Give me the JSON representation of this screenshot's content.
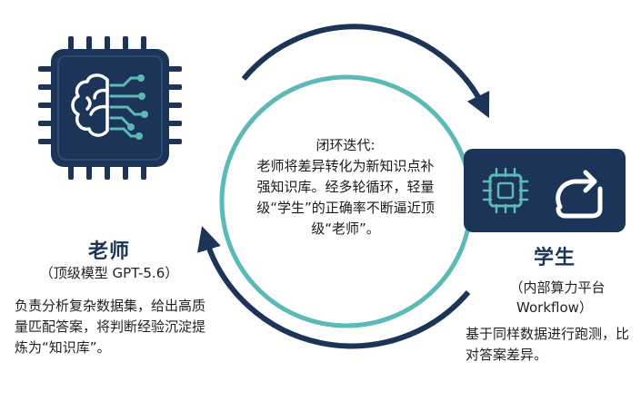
{
  "teacher": {
    "title": "老师",
    "model": "（顶级模型 GPT-5.6）",
    "description": "负责分析复杂数据集，给出高质量匹配答案，将判断经验沉淀提炼为“知识库”。",
    "icon": "brain-circuit-icon"
  },
  "loop": {
    "title": "闭环迭代:",
    "text": "老师将差异转化为新知识点补强知识库。经多轮循环，轻量级“学生”的正确率不断逼近顶级“老师”。"
  },
  "student": {
    "title": "学生",
    "platform_line1": "（内部算力平台",
    "platform_line2": "Workflow）",
    "description": "基于同样数据进行跑测，比对答案差异。",
    "icons": [
      "cpu-chip-icon",
      "cycle-arrow-icon"
    ]
  },
  "colors": {
    "navy": "#1c3457",
    "teal": "#5bb9b6",
    "text": "#1f1f1f"
  }
}
